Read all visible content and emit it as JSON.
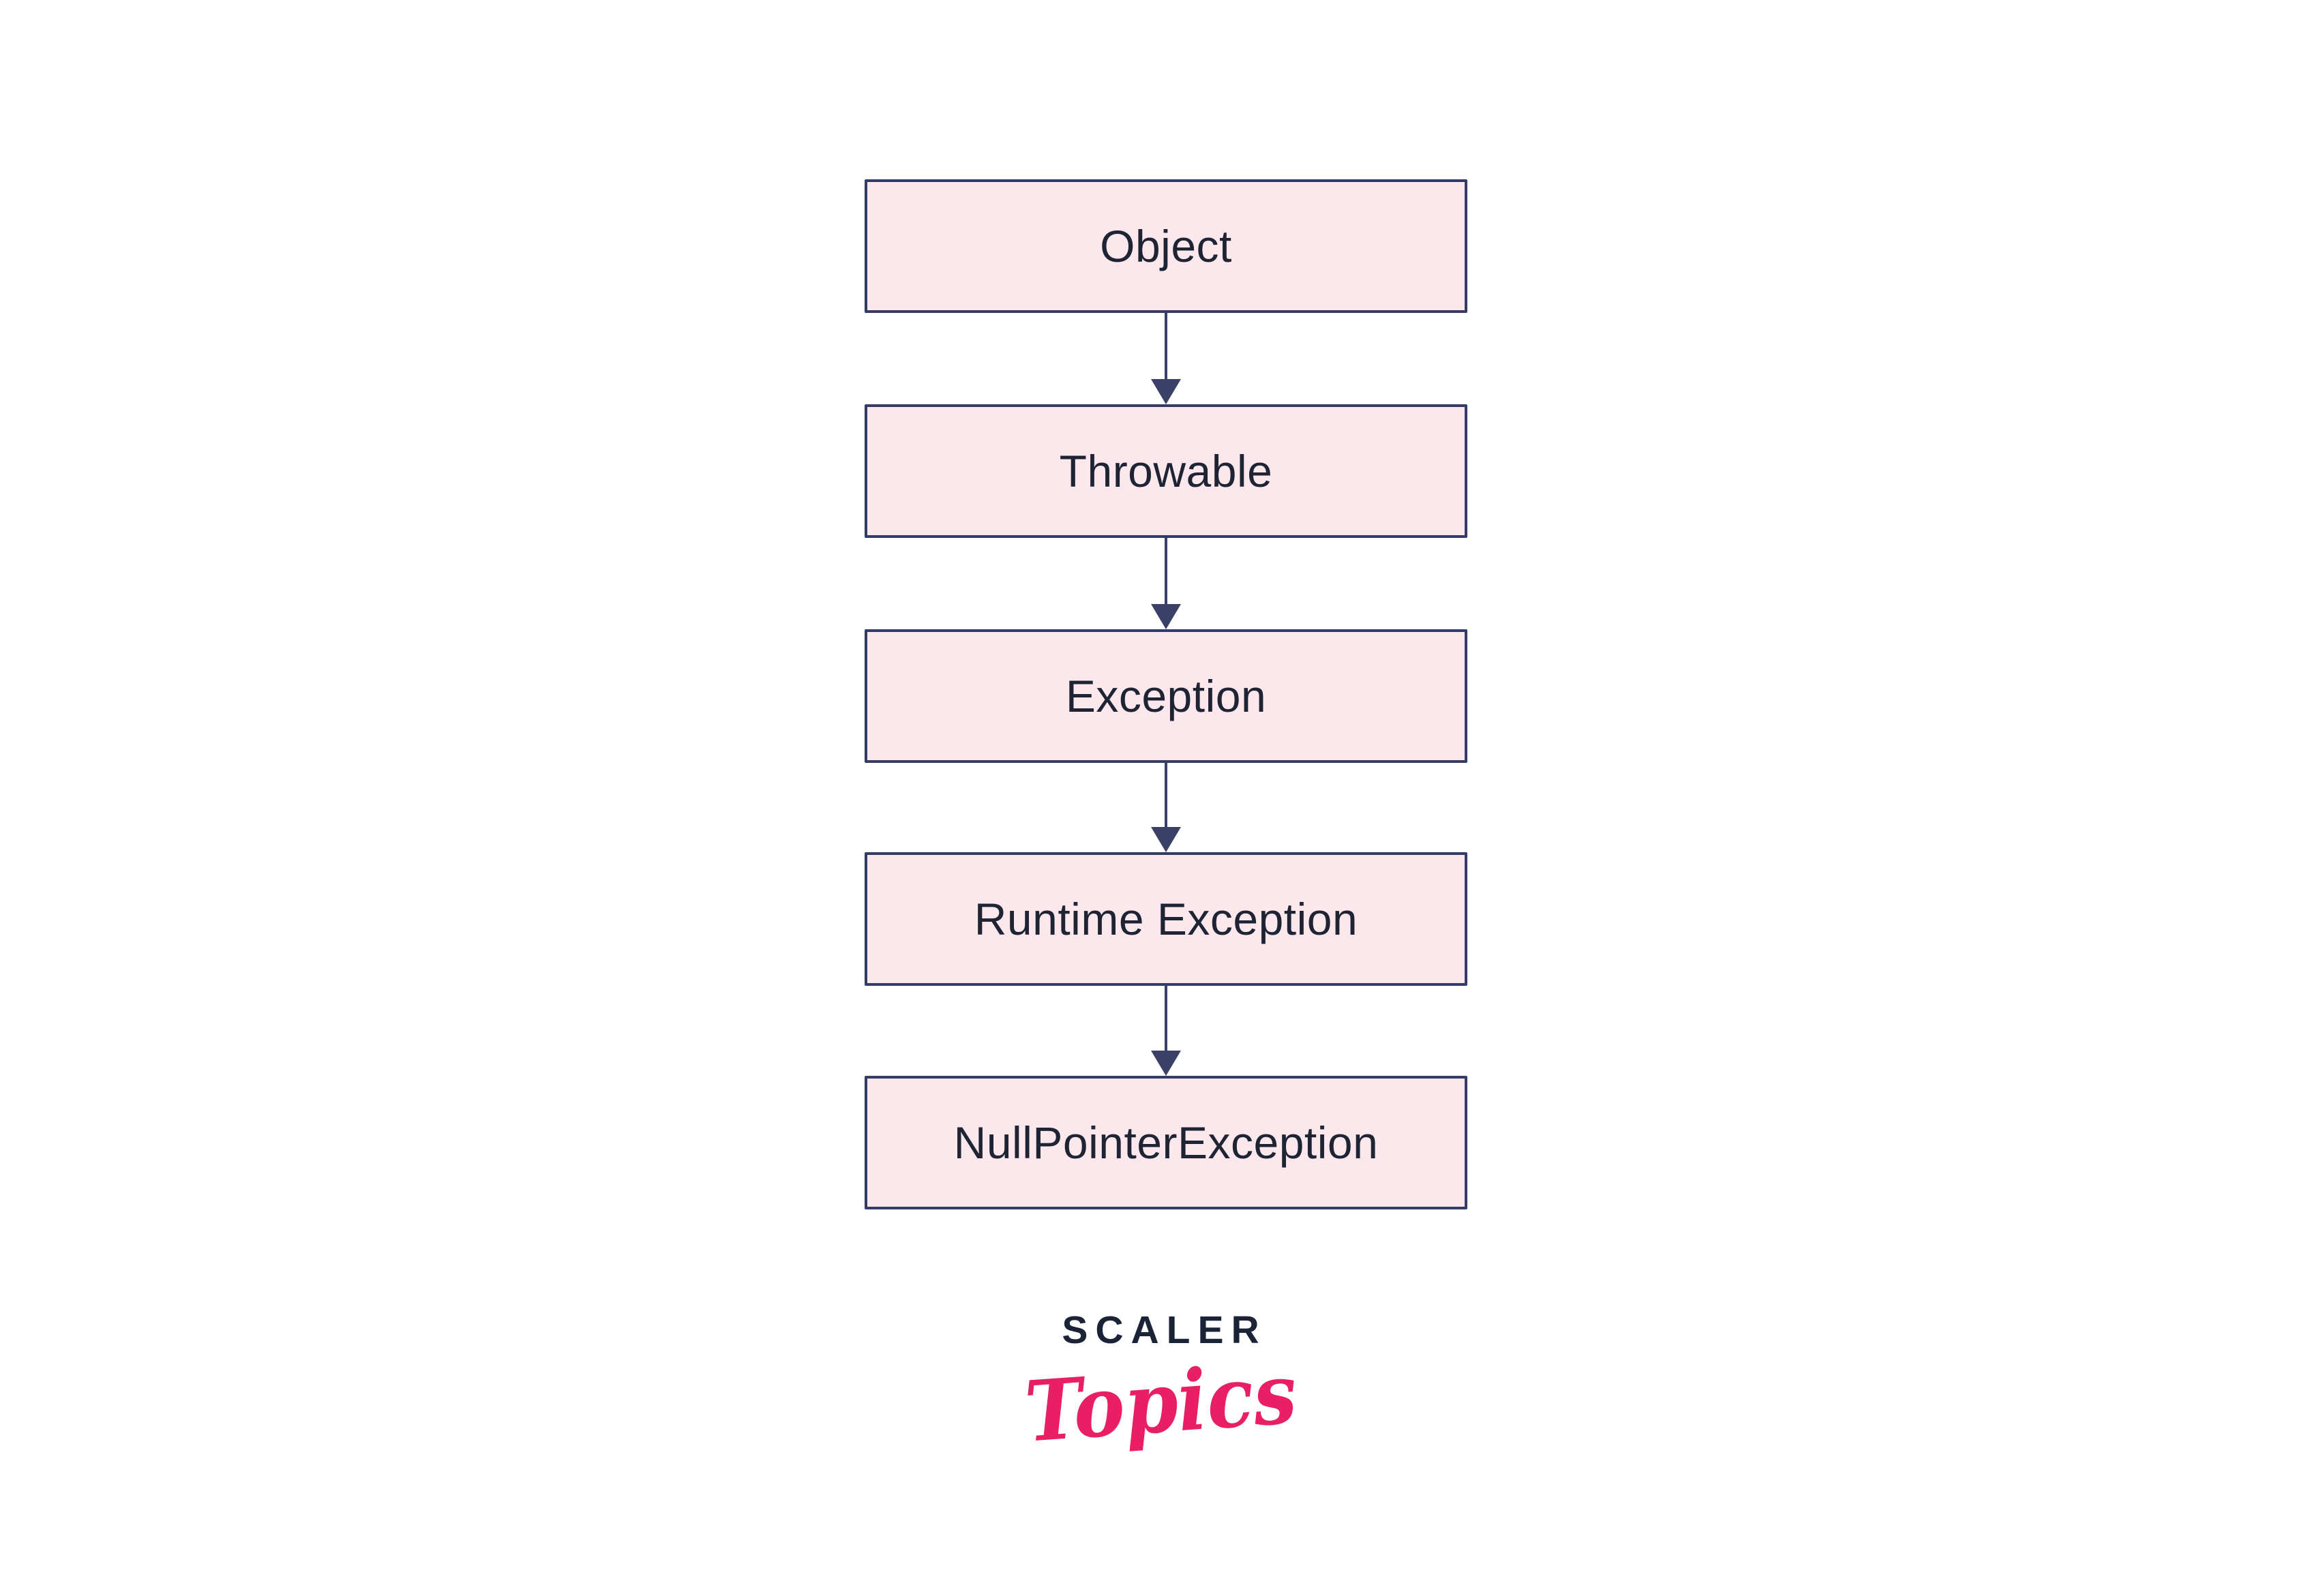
{
  "diagram": {
    "description": "Java exception class hierarchy flowchart",
    "nodes": [
      {
        "id": "object",
        "label": "Object"
      },
      {
        "id": "throwable",
        "label": "Throwable"
      },
      {
        "id": "exception",
        "label": "Exception"
      },
      {
        "id": "runtime-exception",
        "label": "Runtime Exception"
      },
      {
        "id": "null-pointer-exception",
        "label": "NullPointerException"
      }
    ],
    "edges": [
      {
        "from": "object",
        "to": "throwable"
      },
      {
        "from": "throwable",
        "to": "exception"
      },
      {
        "from": "exception",
        "to": "runtime-exception"
      },
      {
        "from": "runtime-exception",
        "to": "null-pointer-exception"
      }
    ]
  },
  "logo": {
    "brand": "SCALER",
    "sub": "Topics"
  },
  "colors": {
    "background": "#ffffff",
    "node_fill": "#fce7ec",
    "node_border": "#343b64",
    "node_text": "#1e2433",
    "arrow": "#3a4066",
    "logo_brand": "#1b2336",
    "logo_sub": "#e81f64"
  }
}
